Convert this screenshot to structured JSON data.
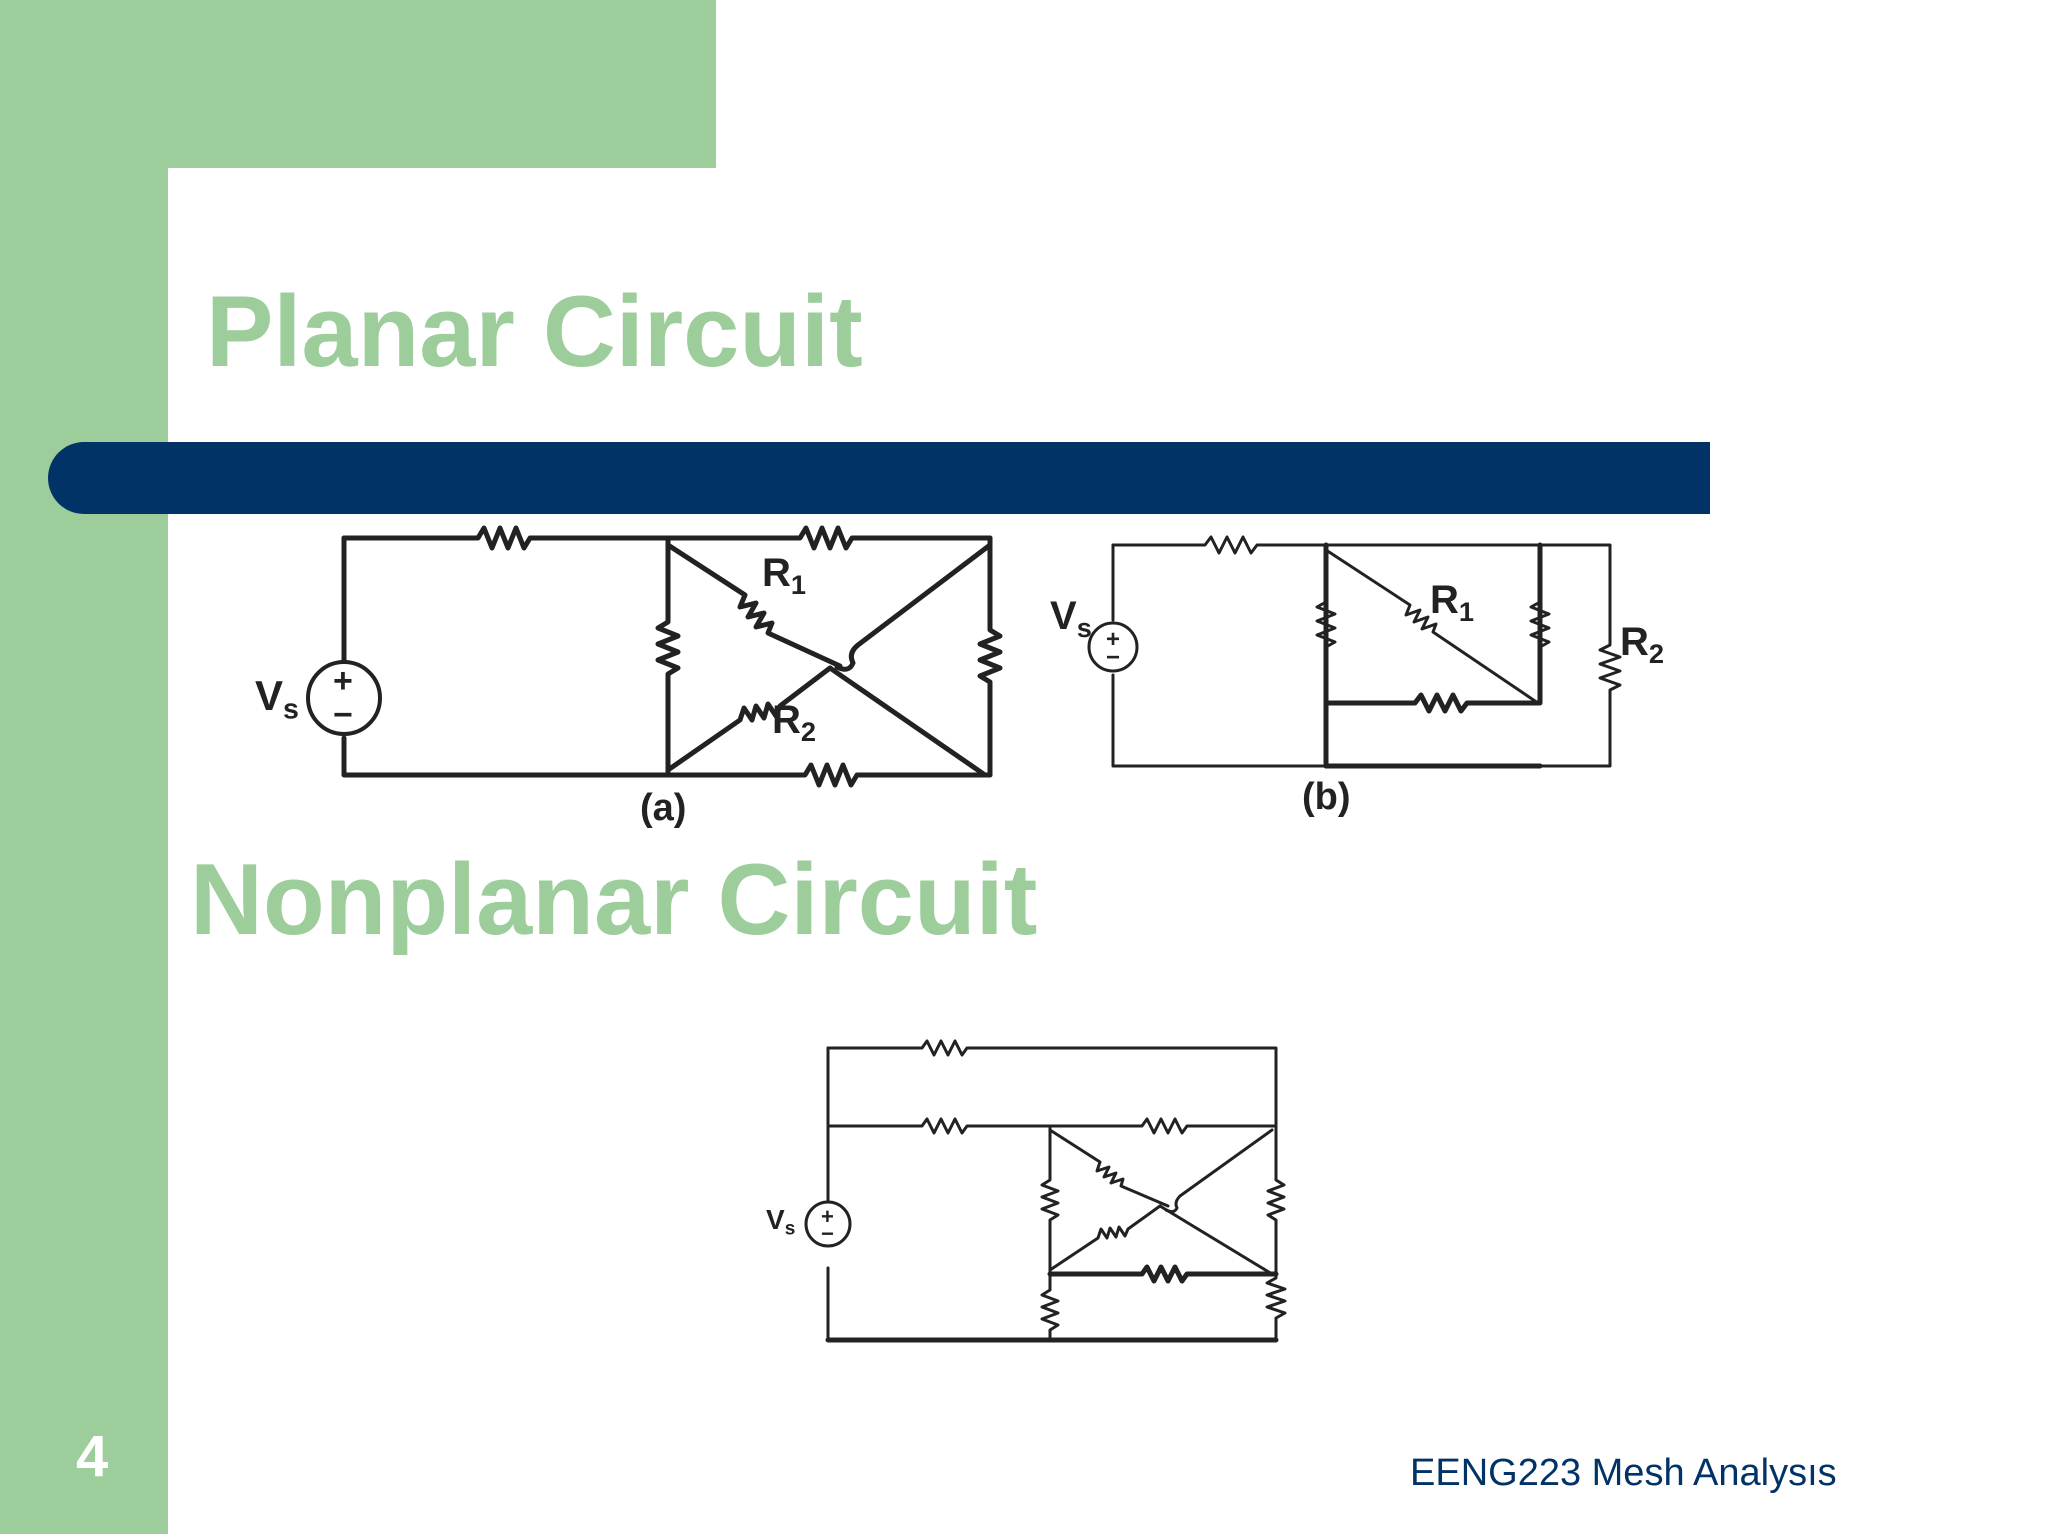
{
  "slide": {
    "title": "Planar Circuit",
    "subtitle": "Nonplanar Circuit",
    "page_number": "4",
    "footer": "EENG223 Mesh Analysıs"
  },
  "figures": {
    "a": {
      "caption": "(a)",
      "source_label": "V",
      "source_sub": "s",
      "plus": "+",
      "minus": "−",
      "r1": "R",
      "r1_sub": "1",
      "r2": "R",
      "r2_sub": "2"
    },
    "b": {
      "caption": "(b)",
      "source_label": "V",
      "source_sub": "s",
      "plus": "+",
      "minus": "−",
      "r1": "R",
      "r1_sub": "1",
      "r2": "R",
      "r2_sub": "2"
    },
    "c": {
      "source_label": "V",
      "source_sub": "s",
      "plus": "+",
      "minus": "−"
    }
  },
  "colors": {
    "green": "#9ccd9b",
    "navy": "#023366",
    "ink": "#222222"
  }
}
